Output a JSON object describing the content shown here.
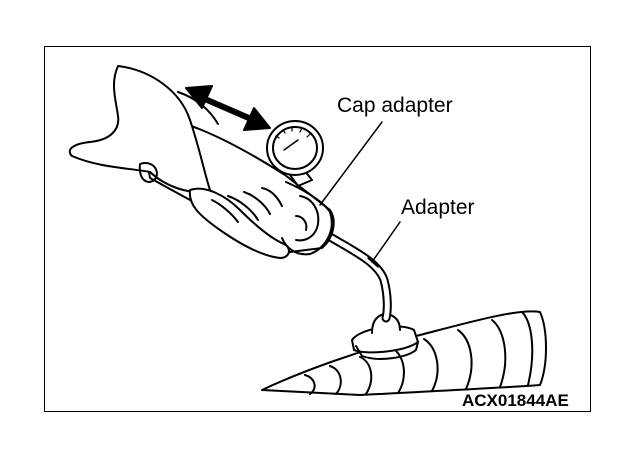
{
  "labels": {
    "cap_adapter": "Cap adapter",
    "adapter": "Adapter"
  },
  "figure_code": "ACX01844AE",
  "colors": {
    "line": "#000000",
    "background": "#ffffff"
  }
}
